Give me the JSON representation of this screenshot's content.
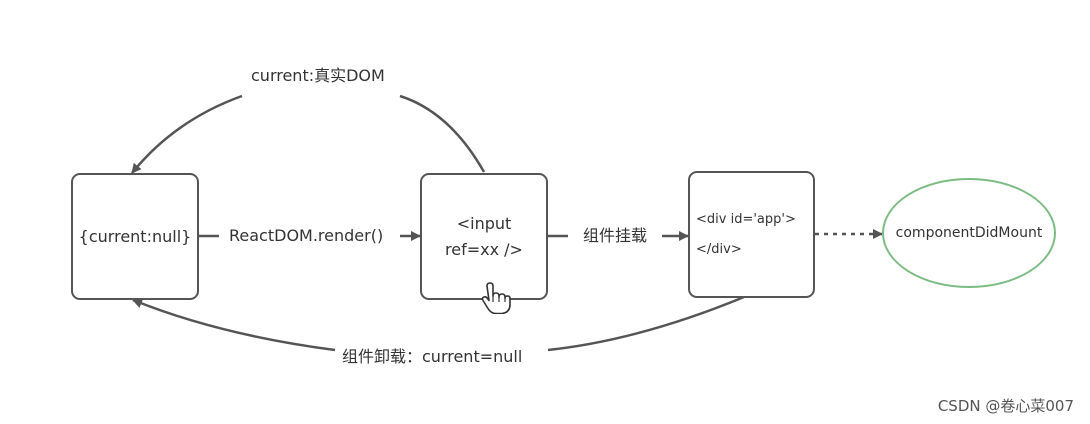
{
  "nodes": {
    "ref_obj": "{current:null}",
    "input_line1": "<input",
    "input_line2": "ref=xx />",
    "div_line1": "<div id='app'>",
    "div_line2": "</div>",
    "lifecycle": "componentDidMount"
  },
  "edges": {
    "render": "ReactDOM.render()",
    "mount": "组件挂载",
    "current_dom": "current:真实DOM",
    "unmount": "组件卸载：current=null"
  },
  "watermark": "CSDN @卷心菜007",
  "colors": {
    "line": "#555555",
    "ellipse_border": "#7dbb84",
    "text": "#333333"
  },
  "icons": [
    "hand-pointer-cursor-icon"
  ]
}
